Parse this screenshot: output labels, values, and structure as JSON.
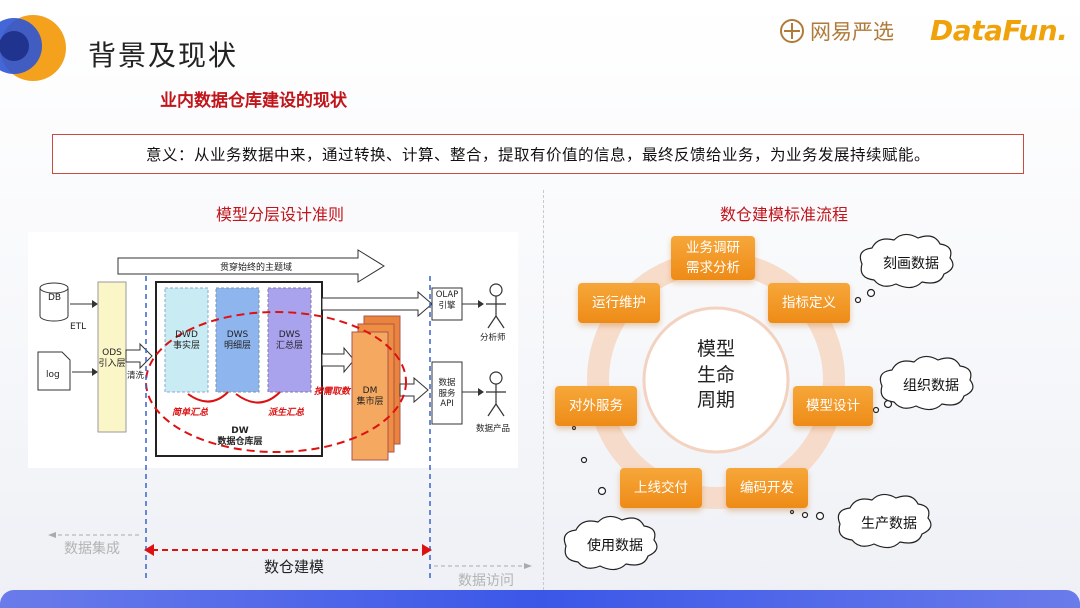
{
  "header": {
    "title": "背景及现状",
    "subtitle": "业内数据仓库建设的现状",
    "brand_netease": "网易严选",
    "brand_datafun": "DataFun."
  },
  "meaning": "意义：从业务数据中来，通过转换、计算、整合，提取有价值的信息，最终反馈给业务，为业务发展持续赋能。",
  "left": {
    "section_title": "模型分层设计准则",
    "top_arrow": "贯穿始终的主题域",
    "db": "DB",
    "etl": "ETL",
    "log": "log",
    "ods": "ODS\n引入层",
    "clean": "清洗",
    "dwd": "DWD\n事实层",
    "dws1": "DWS\n明细层",
    "dws2": "DWS\n汇总层",
    "simple_sum": "简单汇总",
    "derived_sum": "派生汇总",
    "on_demand": "按需取数",
    "dw": "DW\n数据仓库层",
    "dm": "DM\n集市层",
    "olap": "OLAP\n引擎",
    "api": "数据\n服务\nAPI",
    "analyst": "分析师",
    "product": "数据产品",
    "data_integration": "数据集成",
    "data_modeling": "数仓建模",
    "data_access": "数据访问"
  },
  "right": {
    "section_title": "数仓建模标准流程",
    "center": "模型\n生命\n周期",
    "steps": [
      "业务调研\n需求分析",
      "指标定义",
      "模型设计",
      "编码开发",
      "上线交付",
      "对外服务",
      "运行维护"
    ],
    "clouds": [
      "刻画数据",
      "组织数据",
      "生产数据",
      "使用数据"
    ]
  }
}
